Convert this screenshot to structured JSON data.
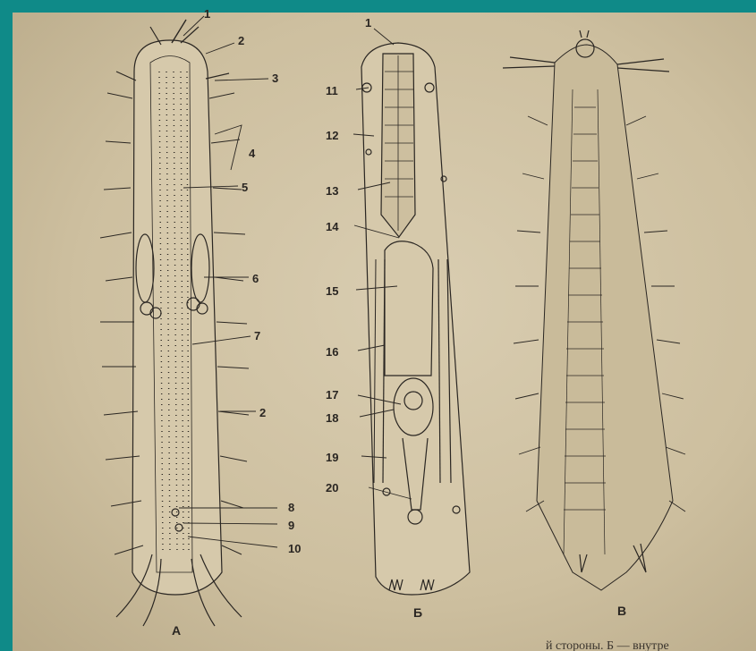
{
  "figure": {
    "colors": {
      "frame": "#0f8a88",
      "paper": "#d3c6a8",
      "ink": "#2a2622"
    },
    "panels": [
      {
        "id": "A",
        "caption": "А",
        "labels": [
          "1",
          "2",
          "3",
          "4",
          "5",
          "6",
          "7",
          "2",
          "8",
          "9",
          "10"
        ]
      },
      {
        "id": "B",
        "caption": "Б",
        "labels": [
          "1",
          "11",
          "12",
          "13",
          "14",
          "15",
          "16",
          "17",
          "18",
          "19",
          "20"
        ]
      },
      {
        "id": "C",
        "caption": "В"
      }
    ],
    "bottom_caption": "й стороны. Б — внутре"
  }
}
